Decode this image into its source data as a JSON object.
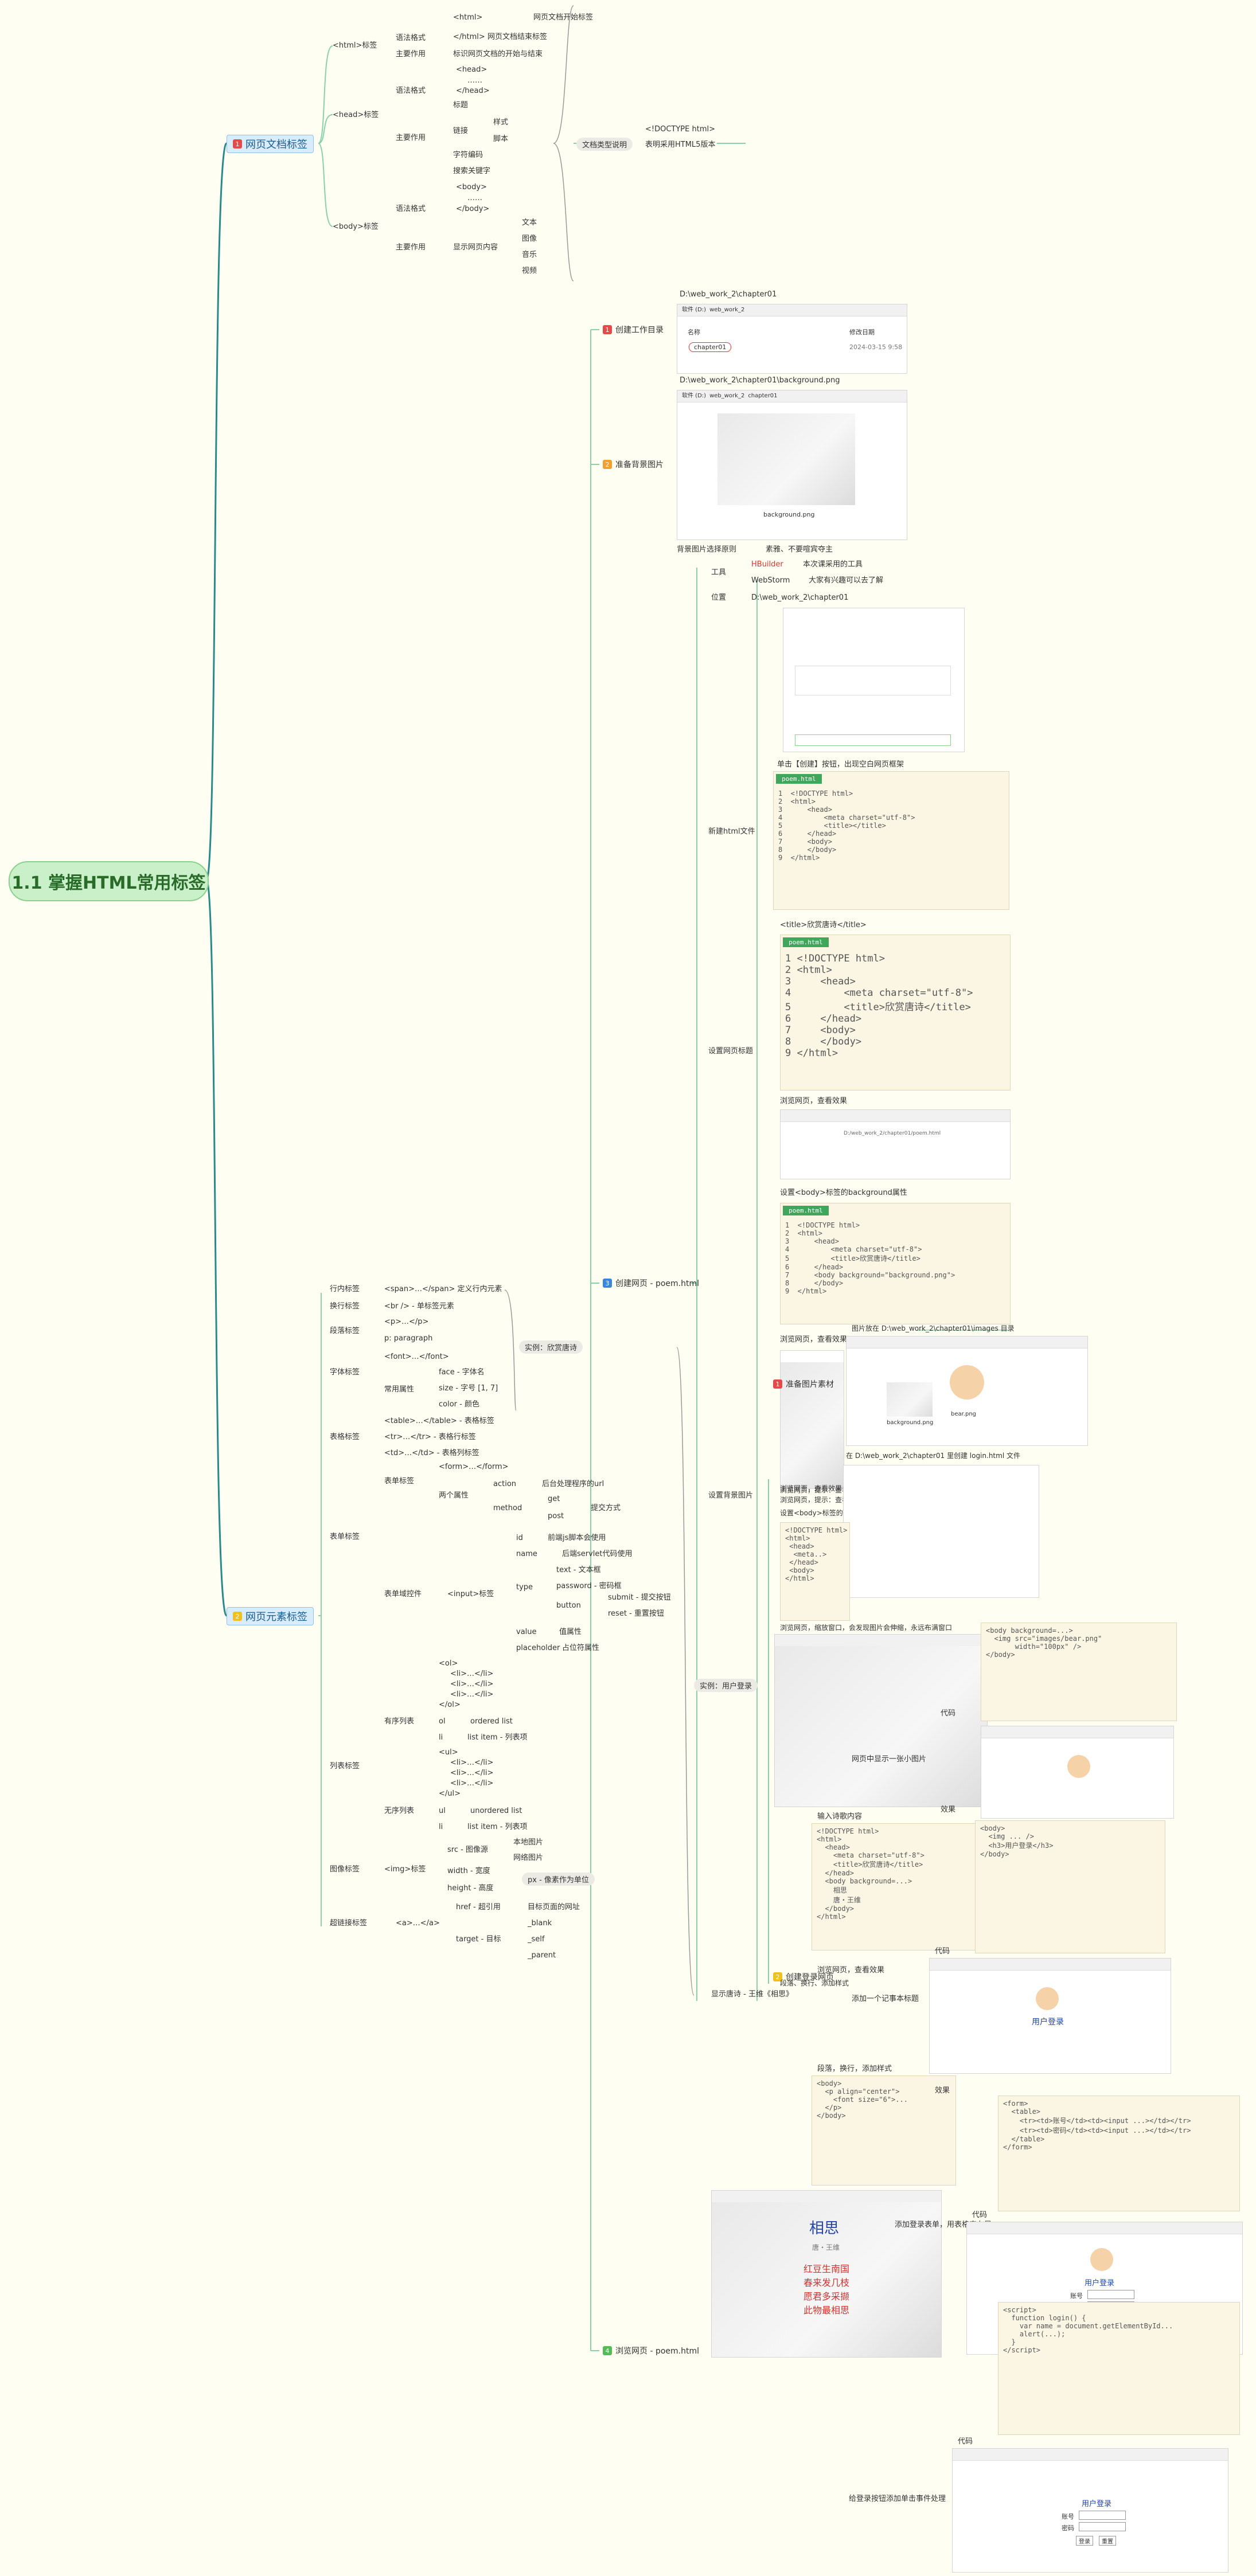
{
  "root": {
    "title": "1.1 掌握HTML常用标签"
  },
  "sections": {
    "doc_tags": {
      "badge": "1",
      "title": "网页文档标签",
      "doctype": {
        "bubble": "文档类型说明",
        "items": [
          "<!DOCTYPE html>",
          "表明采用HTML5版本"
        ]
      },
      "html_tag": {
        "name": "<html>标签",
        "syntax": "语法格式",
        "syntax_items": [
          "<html>",
          "网页文档开始标签",
          "</html>",
          "网页文档结束标签"
        ],
        "purpose": "主要作用",
        "purpose_value": "标识网页文档的开始与结束"
      },
      "head_tag": {
        "name": "<head>标签",
        "syntax": "语法格式",
        "syntax_items": [
          "<head>",
          "……",
          "</head>"
        ],
        "purpose": "主要作用",
        "items": [
          "标题",
          "链接",
          "样式",
          "脚本",
          "字符编码",
          "搜索关键字"
        ]
      },
      "body_tag": {
        "name": "<body>标签",
        "syntax": "语法格式",
        "syntax_items": [
          "<body>",
          "……",
          "</body>"
        ],
        "purpose": "主要作用",
        "purpose_value": "显示网页内容",
        "items": [
          "文本",
          "图像",
          "音乐",
          "视频"
        ]
      }
    },
    "example1": {
      "steps": [
        {
          "badge": "1",
          "title": "创建工作目录",
          "path": "D:\\web_work_2\\chapter01"
        },
        {
          "badge": "2",
          "title": "准备背景图片",
          "path": "D:\\web_work_2\\chapter01\\background.png",
          "note_label": "背景图片选择原则",
          "note_value": "素雅、不要喧宾夺主"
        },
        {
          "badge": "3",
          "title": "创建网页 - poem.html"
        },
        {
          "badge": "4",
          "title": "浏览网页 - poem.html"
        }
      ],
      "tools": {
        "label": "工具",
        "items": [
          "HBuilder",
          "本次课采用的工具",
          "WebStorm",
          "大家有兴趣可以去了解"
        ]
      },
      "location": {
        "label": "位置",
        "value": "D:\\web_work_2\\chapter01"
      },
      "new_file": {
        "label": "新建html文件",
        "click_note": "单击【创建】按钮，出现空白网页框架"
      },
      "set_title": {
        "label": "设置网页标题",
        "title_note": "<title>欣赏唐诗</title>",
        "browse": "浏览网页，查看效果"
      },
      "set_bg": {
        "label": "设置背景图片",
        "body_note": "设置<body>标签的background属性",
        "browse": "浏览网页，查看效果",
        "explain": "浏览网页，提示：查看效果；但若网页窗口最大化时，背景图片会平铺"
      },
      "display_poem": {
        "label": "显示唐诗 - 王维《相思》",
        "steps": [
          "输入诗歌内容",
          "浏览网页，查看效果",
          "段落，换行，添加样式"
        ]
      },
      "shots": {
        "explorer_path": [
          "软件 (D:)",
          "web_work_2"
        ],
        "folder_name": "chapter01",
        "folder_date": "2024-03-15 9:58",
        "col_name": "名称",
        "col_date": "修改日期",
        "img_path": [
          "软件 (D:)",
          "web_work_2",
          "chapter01"
        ],
        "img_file": "background.png",
        "browser_url": "D:/web_work_2/chapter01/poem.html",
        "poem_title": "相思",
        "poem_author": "唐・王维",
        "poem_lines": [
          "红豆生南国",
          "春来发几枝",
          "愿君多采撷",
          "此物最相思"
        ]
      }
    },
    "element_tags": {
      "badge": "2",
      "title": "网页元素标签",
      "example_bubble": "实例：欣赏唐诗",
      "example2_bubble": "实例：用户登录",
      "line_tag": {
        "label": "行内标签",
        "value": "<span>…</span> 定义行内元素"
      },
      "br_tag": {
        "label": "换行标签",
        "value": "<br /> - 单标签元素"
      },
      "p_tag": {
        "label": "段落标签",
        "items": [
          "<p>…</p>",
          "p: paragraph"
        ]
      },
      "font_tag": {
        "label": "字体标签",
        "value": "<font>…</font>",
        "attr_label": "常用属性",
        "attrs": [
          "face - 字体名",
          "size - 字号 [1, 7]",
          "color - 颜色"
        ]
      },
      "table_tag": {
        "label": "表格标签",
        "items": [
          "<table>…</table> - 表格标签",
          "<tr>…</tr> - 表格行标签",
          "<td>…</td> - 表格列标签"
        ]
      },
      "form_tag": {
        "label": "表单标签",
        "form_label": "表单标签",
        "form_value": "<form>…</form>",
        "attr_label": "两个属性",
        "action": "action",
        "action_value": "后台处理程序的url",
        "method": "method",
        "methods": [
          "get",
          "post"
        ],
        "method_note": "提交方式",
        "control_label": "表单域控件",
        "input": "<input>标签",
        "input_attrs": [
          "id",
          "前端js脚本会使用",
          "name",
          "后端servlet代码使用",
          "type",
          "value",
          "值属性",
          "placeholder",
          "占位符属性"
        ],
        "types": [
          "text - 文本框",
          "password - 密码框",
          "button",
          "submit - 提交按钮",
          "reset - 重置按钮"
        ]
      },
      "list_tag": {
        "label": "列表标签",
        "ordered": "有序列表",
        "ordered_code": [
          "<ol>",
          "<li>…</li>",
          "<li>…</li>",
          "<li>…</li>",
          "</ol>"
        ],
        "ol": "ol",
        "ol_value": "ordered list",
        "li": "li",
        "li_value": "list item - 列表项",
        "unordered": "无序列表",
        "unordered_code": [
          "<ul>",
          "<li>…</li>",
          "<li>…</li>",
          "<li>…</li>",
          "</ul>"
        ],
        "ul": "ul",
        "ul_value": "unordered list"
      },
      "img_tag": {
        "label": "图像标签",
        "value": "<img>标签",
        "items": [
          "src - 图像源",
          "本地图片",
          "网络图片",
          "width - 宽度",
          "height - 高度"
        ],
        "px_note": "px - 像素作为单位"
      },
      "link_tag": {
        "label": "超链接标签",
        "value": "<a>…</a>",
        "href": "href - 超引用",
        "href_value": "目标页面的网址",
        "target": "target - 目标",
        "targets": [
          "_blank",
          "_self",
          "_parent"
        ]
      }
    },
    "example2": {
      "img_steps": [
        {
          "badge": "1",
          "title": "准备图片素材",
          "note": "图片放在 D:\\web_work_2\\chapter01\\images 目录"
        },
        {
          "badge": "2",
          "title": "创建登录网页",
          "note": "在 D:\\web_work_2\\chapter01 里创建 login.html 文件"
        }
      ],
      "img_files": [
        "background.png",
        "bear.png"
      ],
      "texts": [
        "浏览网页，查看效果",
        "浏览网页，提示：查看效果；把背景图片拉大",
        "设置<body>标签的background属性",
        "浏览网页，缩放窗口，会发现图片会伸缩，永远布满窗口",
        "网页中显示一张小图片",
        "代码",
        "效果",
        "添加一个记事本标题",
        "段落、换行、添加样式",
        "添加登录表单，用表格来布局",
        "代码",
        "效果",
        "给登录按钮添加单击事件处理",
        "代码",
        "效果"
      ],
      "login_title": "用户登录",
      "login_labels": [
        "账号",
        "密码"
      ],
      "login_buttons": [
        "登录",
        "重置"
      ]
    }
  },
  "colors": {
    "main_line": "#2a8a8a",
    "sub_line": "#8bd0a8",
    "root_fill": "#c9f0c9",
    "main_fill": "#d8ecfb",
    "accent_green": "#3fa65c"
  }
}
